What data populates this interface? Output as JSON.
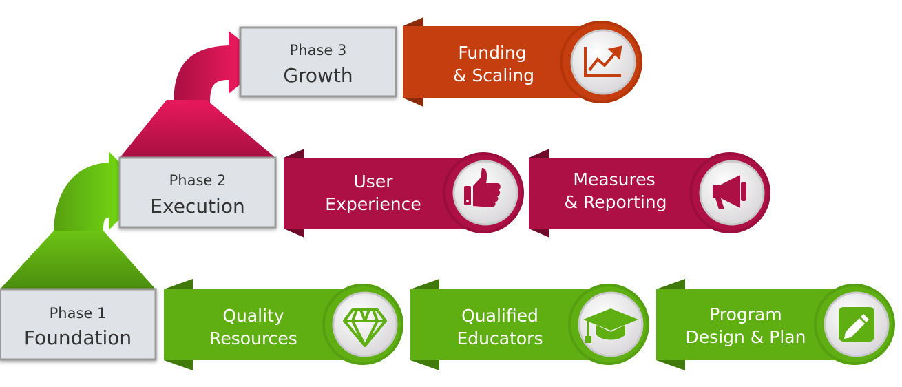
{
  "colors": {
    "green": "#5fae12",
    "crimson": "#ad1044",
    "orange": "#c43e10",
    "box": "#dfe2e6"
  },
  "phases": [
    {
      "label": "Phase 1",
      "name": "Foundation"
    },
    {
      "label": "Phase 2",
      "name": "Execution"
    },
    {
      "label": "Phase 3",
      "name": "Growth"
    }
  ],
  "banners": {
    "funding": {
      "line1": "Funding",
      "line2": "& Scaling",
      "icon": "growth-chart-icon"
    },
    "user": {
      "line1": "User",
      "line2": "Experience",
      "icon": "thumbs-up-icon"
    },
    "measures": {
      "line1": "Measures",
      "line2": "& Reporting",
      "icon": "megaphone-icon"
    },
    "quality": {
      "line1": "Quality",
      "line2": "Resources",
      "icon": "diamond-icon"
    },
    "educators": {
      "line1": "Qualified",
      "line2": "Educators",
      "icon": "graduation-cap-icon"
    },
    "program": {
      "line1": "Program",
      "line2": "Design & Plan",
      "icon": "pencil-icon"
    }
  }
}
